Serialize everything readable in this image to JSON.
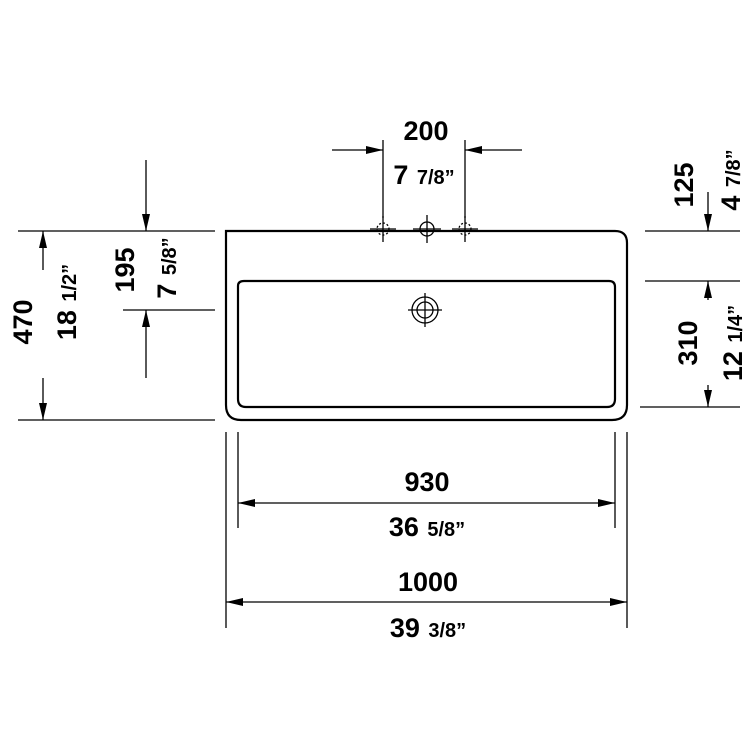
{
  "dimensions": {
    "tap_spacing_mm": "200",
    "tap_spacing_in_whole": "7",
    "tap_spacing_in_frac": "7/8”",
    "top_offset_mm": "125",
    "top_offset_in_whole": "4",
    "top_offset_in_frac": "7/8”",
    "drain_offset_mm": "195",
    "drain_offset_in_whole": "7",
    "drain_offset_in_frac": "5/8”",
    "depth_mm": "470",
    "depth_in_whole": "18",
    "depth_in_frac": "1/2”",
    "bowl_depth_mm": "310",
    "bowl_depth_in_whole": "12",
    "bowl_depth_in_frac": "1/4”",
    "bowl_width_mm": "930",
    "bowl_width_in_whole": "36",
    "bowl_width_in_frac": "5/8”",
    "overall_width_mm": "1000",
    "overall_width_in_whole": "39",
    "overall_width_in_frac": "3/8”"
  }
}
